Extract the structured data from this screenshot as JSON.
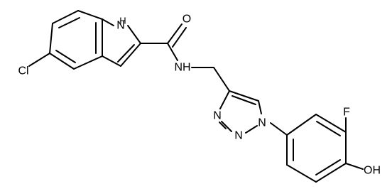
{
  "diagram": {
    "type": "chemical-structure",
    "atoms": {
      "indole_nh": "H",
      "indole_n": "N",
      "chlorine": "Cl",
      "carbonyl_oxygen": "O",
      "amide_nh": "NH",
      "triazole_n1": "N",
      "triazole_n2": "N",
      "triazole_n3": "N",
      "fluorine": "F",
      "hydroxyl": "OH"
    }
  }
}
